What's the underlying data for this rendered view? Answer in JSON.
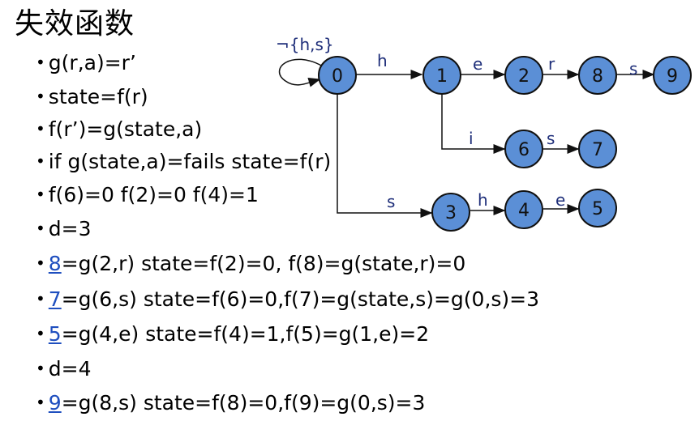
{
  "title": "失效函数",
  "bullets": [
    {
      "link": "",
      "text": "g(r,a)=r’"
    },
    {
      "link": "",
      "text": "state=f(r)"
    },
    {
      "link": "",
      "text": "f(r’)=g(state,a)"
    },
    {
      "link": "",
      "text": "if g(state,a)=fails state=f(r)"
    },
    {
      "link": "",
      "text": "f(6)=0   f(2)=0  f(4)=1"
    },
    {
      "link": "",
      "text": "d=3"
    },
    {
      "link": "8",
      "text": "=g(2,r) state=f(2)=0, f(8)=g(state,r)=0"
    },
    {
      "link": "7",
      "text": "=g(6,s) state=f(6)=0,f(7)=g(state,s)=g(0,s)=3"
    },
    {
      "link": "5",
      "text": "=g(4,e) state=f(4)=1,f(5)=g(1,e)=2"
    },
    {
      "link": "",
      "text": "d=4"
    },
    {
      "link": "9",
      "text": "=g(8,s) state=f(8)=0,f(9)=g(0,s)=3"
    }
  ],
  "graph": {
    "nodes": [
      "0",
      "1",
      "2",
      "8",
      "9",
      "6",
      "7",
      "3",
      "4",
      "5"
    ],
    "edge_labels": {
      "self_loop": "¬{h,s}",
      "e0_1": "h",
      "e1_2": "e",
      "e2_8": "r",
      "e8_9": "s",
      "e1_6": "i",
      "e6_7": "s",
      "e0_3": "s",
      "e3_4": "h",
      "e4_5": "e"
    },
    "colors": {
      "node_fill": "#5b8fd6",
      "edge_label": "#1f2f7a",
      "link": "#1f4fbf"
    }
  }
}
